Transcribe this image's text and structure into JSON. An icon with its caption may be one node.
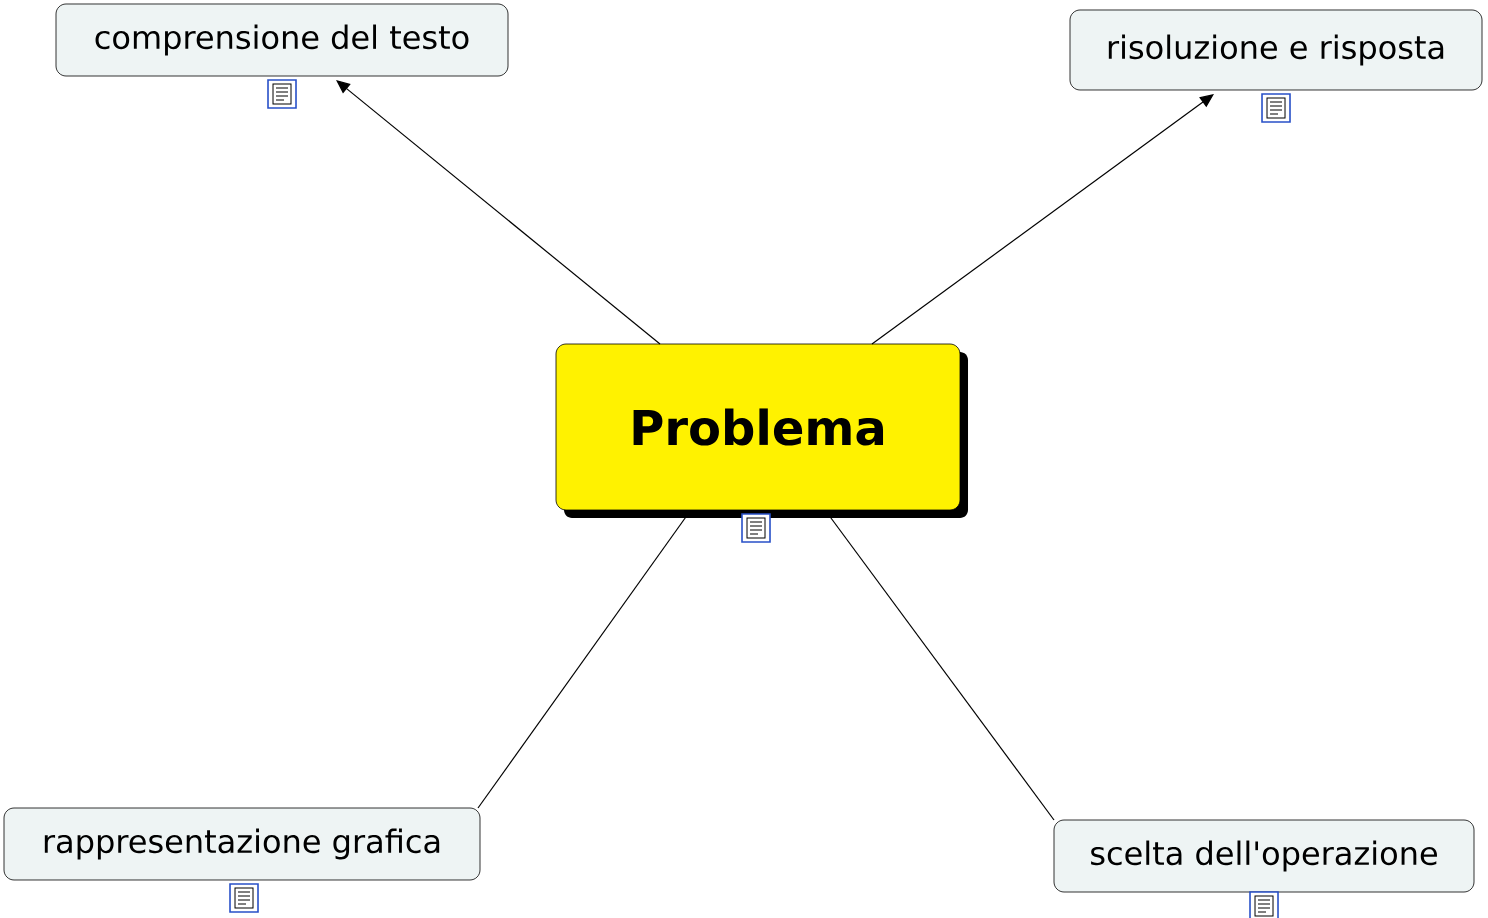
{
  "diagram": {
    "nodes": [
      {
        "text": [
          "Problema"
        ]
      },
      {
        "text": [
          "comprensione del testo"
        ]
      },
      {
        "text": [
          "risoluzione e risposta"
        ]
      },
      {
        "text": [
          "rappresentazione grafica"
        ]
      },
      {
        "text": [
          "scelta dell'operazione"
        ]
      }
    ],
    "edges": [
      {
        "from": 0,
        "to": 1,
        "arrow": "to"
      },
      {
        "from": 0,
        "to": 2,
        "arrow": "to"
      },
      {
        "from": 0,
        "to": 3,
        "arrow": "none"
      },
      {
        "from": 0,
        "to": 4,
        "arrow": "none"
      }
    ]
  }
}
